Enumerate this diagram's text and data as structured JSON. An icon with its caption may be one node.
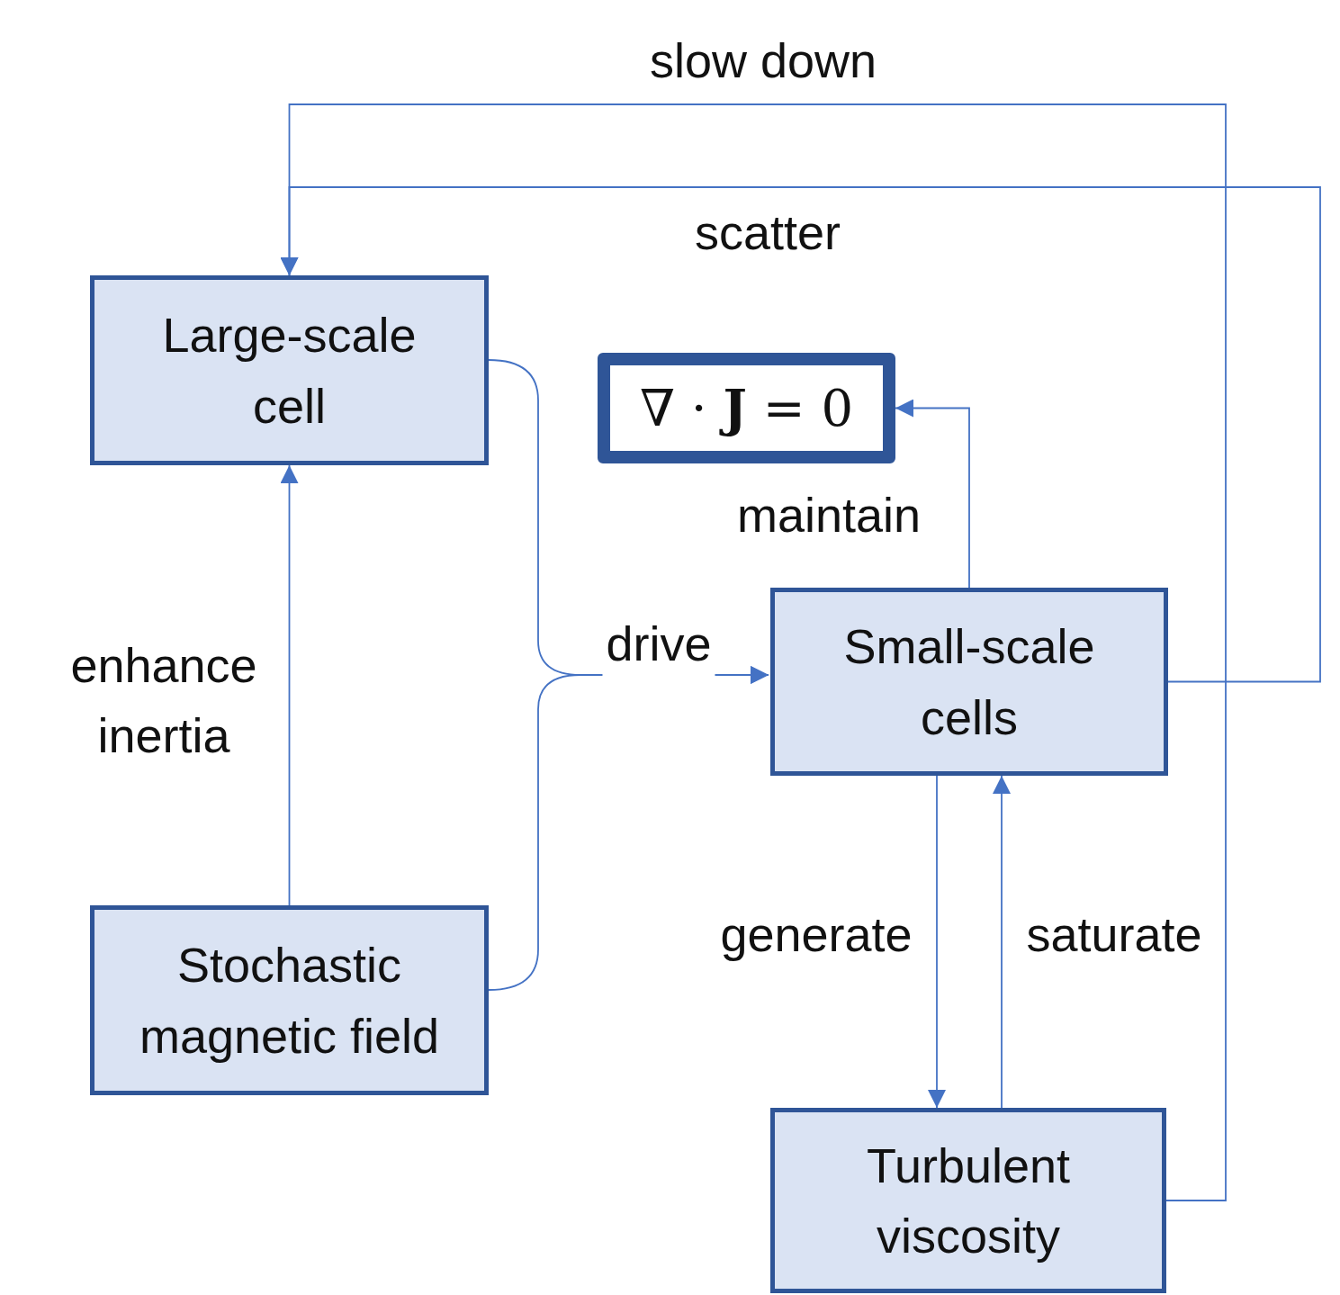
{
  "diagram": {
    "nodes": [
      {
        "text": [
          "Large-scale cell"
        ]
      },
      {
        "text": [
          "∇ · **J** = 0"
        ]
      },
      {
        "text": [
          "Small-scale cells"
        ]
      },
      {
        "text": [
          "Stochastic magnetic field"
        ]
      },
      {
        "text": [
          "Turbulent viscosity"
        ]
      }
    ],
    "edges": [
      {
        "from": 4,
        "to": 0,
        "arrow": "to",
        "label": "slow down"
      },
      {
        "from": 2,
        "to": 0,
        "arrow": "to",
        "label": "scatter"
      },
      {
        "from": 3,
        "to": 0,
        "arrow": "to",
        "label": "enhance inertia"
      },
      {
        "from": 0,
        "to": 2,
        "arrow": "to",
        "label": "drive"
      },
      {
        "from": 3,
        "to": 2,
        "arrow": "to"
      },
      {
        "from": 2,
        "to": 1,
        "arrow": "to",
        "label": "maintain"
      },
      {
        "from": 2,
        "to": 4,
        "arrow": "to",
        "label": "generate"
      },
      {
        "from": 4,
        "to": 2,
        "arrow": "to",
        "label": "saturate"
      }
    ]
  }
}
